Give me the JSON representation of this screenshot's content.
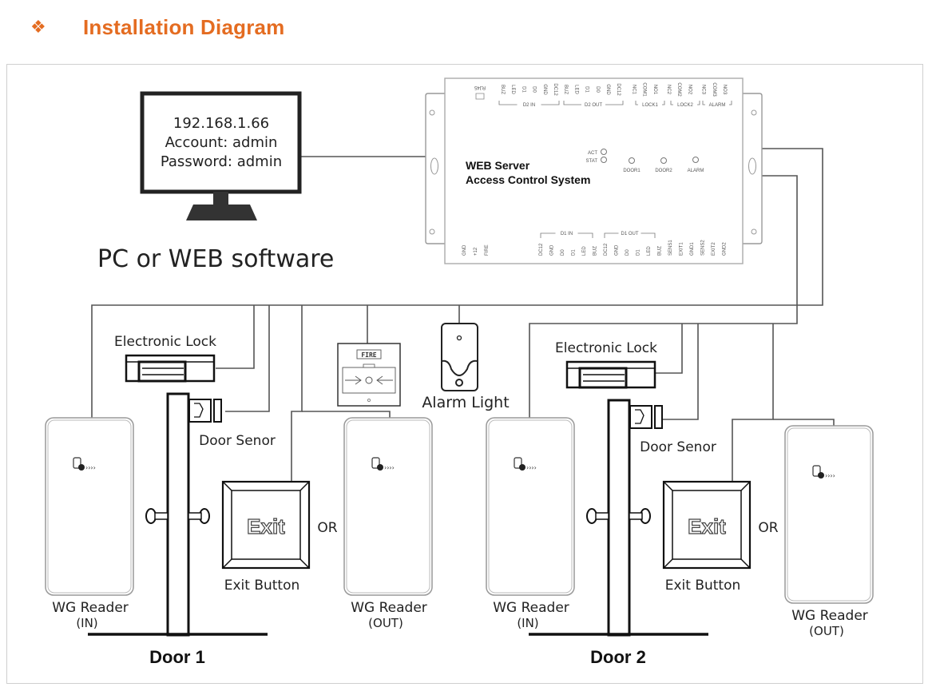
{
  "header": {
    "bullet_icon": "diamond-bullet-icon",
    "title": "Installation Diagram",
    "accent_color": "#e46c21"
  },
  "pc": {
    "screen_lines": [
      "192.168.1.66",
      "Account: admin",
      "Password: admin"
    ],
    "caption": "PC or WEB software"
  },
  "controller": {
    "name_line1": "WEB Server",
    "name_line2": "Access Control System",
    "port_label": "RJ45",
    "leds_left": [
      "ACT",
      "STAT"
    ],
    "leds_right": [
      "DOOR1",
      "DOOR2",
      "ALARM"
    ],
    "top_pins": [
      "BUZ",
      "LED",
      "D1",
      "D0",
      "GND",
      "DC12",
      "BUZ",
      "LED",
      "D1",
      "D0",
      "GND",
      "DC12",
      "NC1",
      "COM1",
      "NO1",
      "NC2",
      "COM2",
      "NO2",
      "NC3",
      "COM3",
      "NO3"
    ],
    "top_groups": [
      "D2 IN",
      "D2 OUT",
      "LOCK1",
      "LOCK2",
      "ALARM"
    ],
    "bottom_pins_left": [
      "GND",
      "+12",
      "FIRE"
    ],
    "bottom_pins": [
      "DC12",
      "GND",
      "D0",
      "D1",
      "LED",
      "BUZ",
      "DC12",
      "GND",
      "D0",
      "D1",
      "LED",
      "BUZ",
      "SENS1",
      "EXIT1",
      "GND1",
      "SENS2",
      "EXIT2",
      "GND2"
    ],
    "bottom_groups": [
      "D1 IN",
      "D1 OUT"
    ]
  },
  "devices": {
    "fire_label": "FIRE",
    "alarm_light": "Alarm Light",
    "or_label": "OR"
  },
  "doors": [
    {
      "name": "Door 1",
      "lock": "Electronic Lock",
      "sensor": "Door Senor",
      "exit_text": "Exit",
      "exit_button": "Exit Button",
      "reader_in": [
        "WG Reader",
        "(IN)"
      ],
      "reader_out": [
        "WG Reader",
        "(OUT)"
      ]
    },
    {
      "name": "Door 2",
      "lock": "Electronic Lock",
      "sensor": "Door Senor",
      "exit_text": "Exit",
      "exit_button": "Exit Button",
      "reader_in": [
        "WG Reader",
        "(IN)"
      ],
      "reader_out": [
        "WG Reader",
        "(OUT)"
      ]
    }
  ]
}
